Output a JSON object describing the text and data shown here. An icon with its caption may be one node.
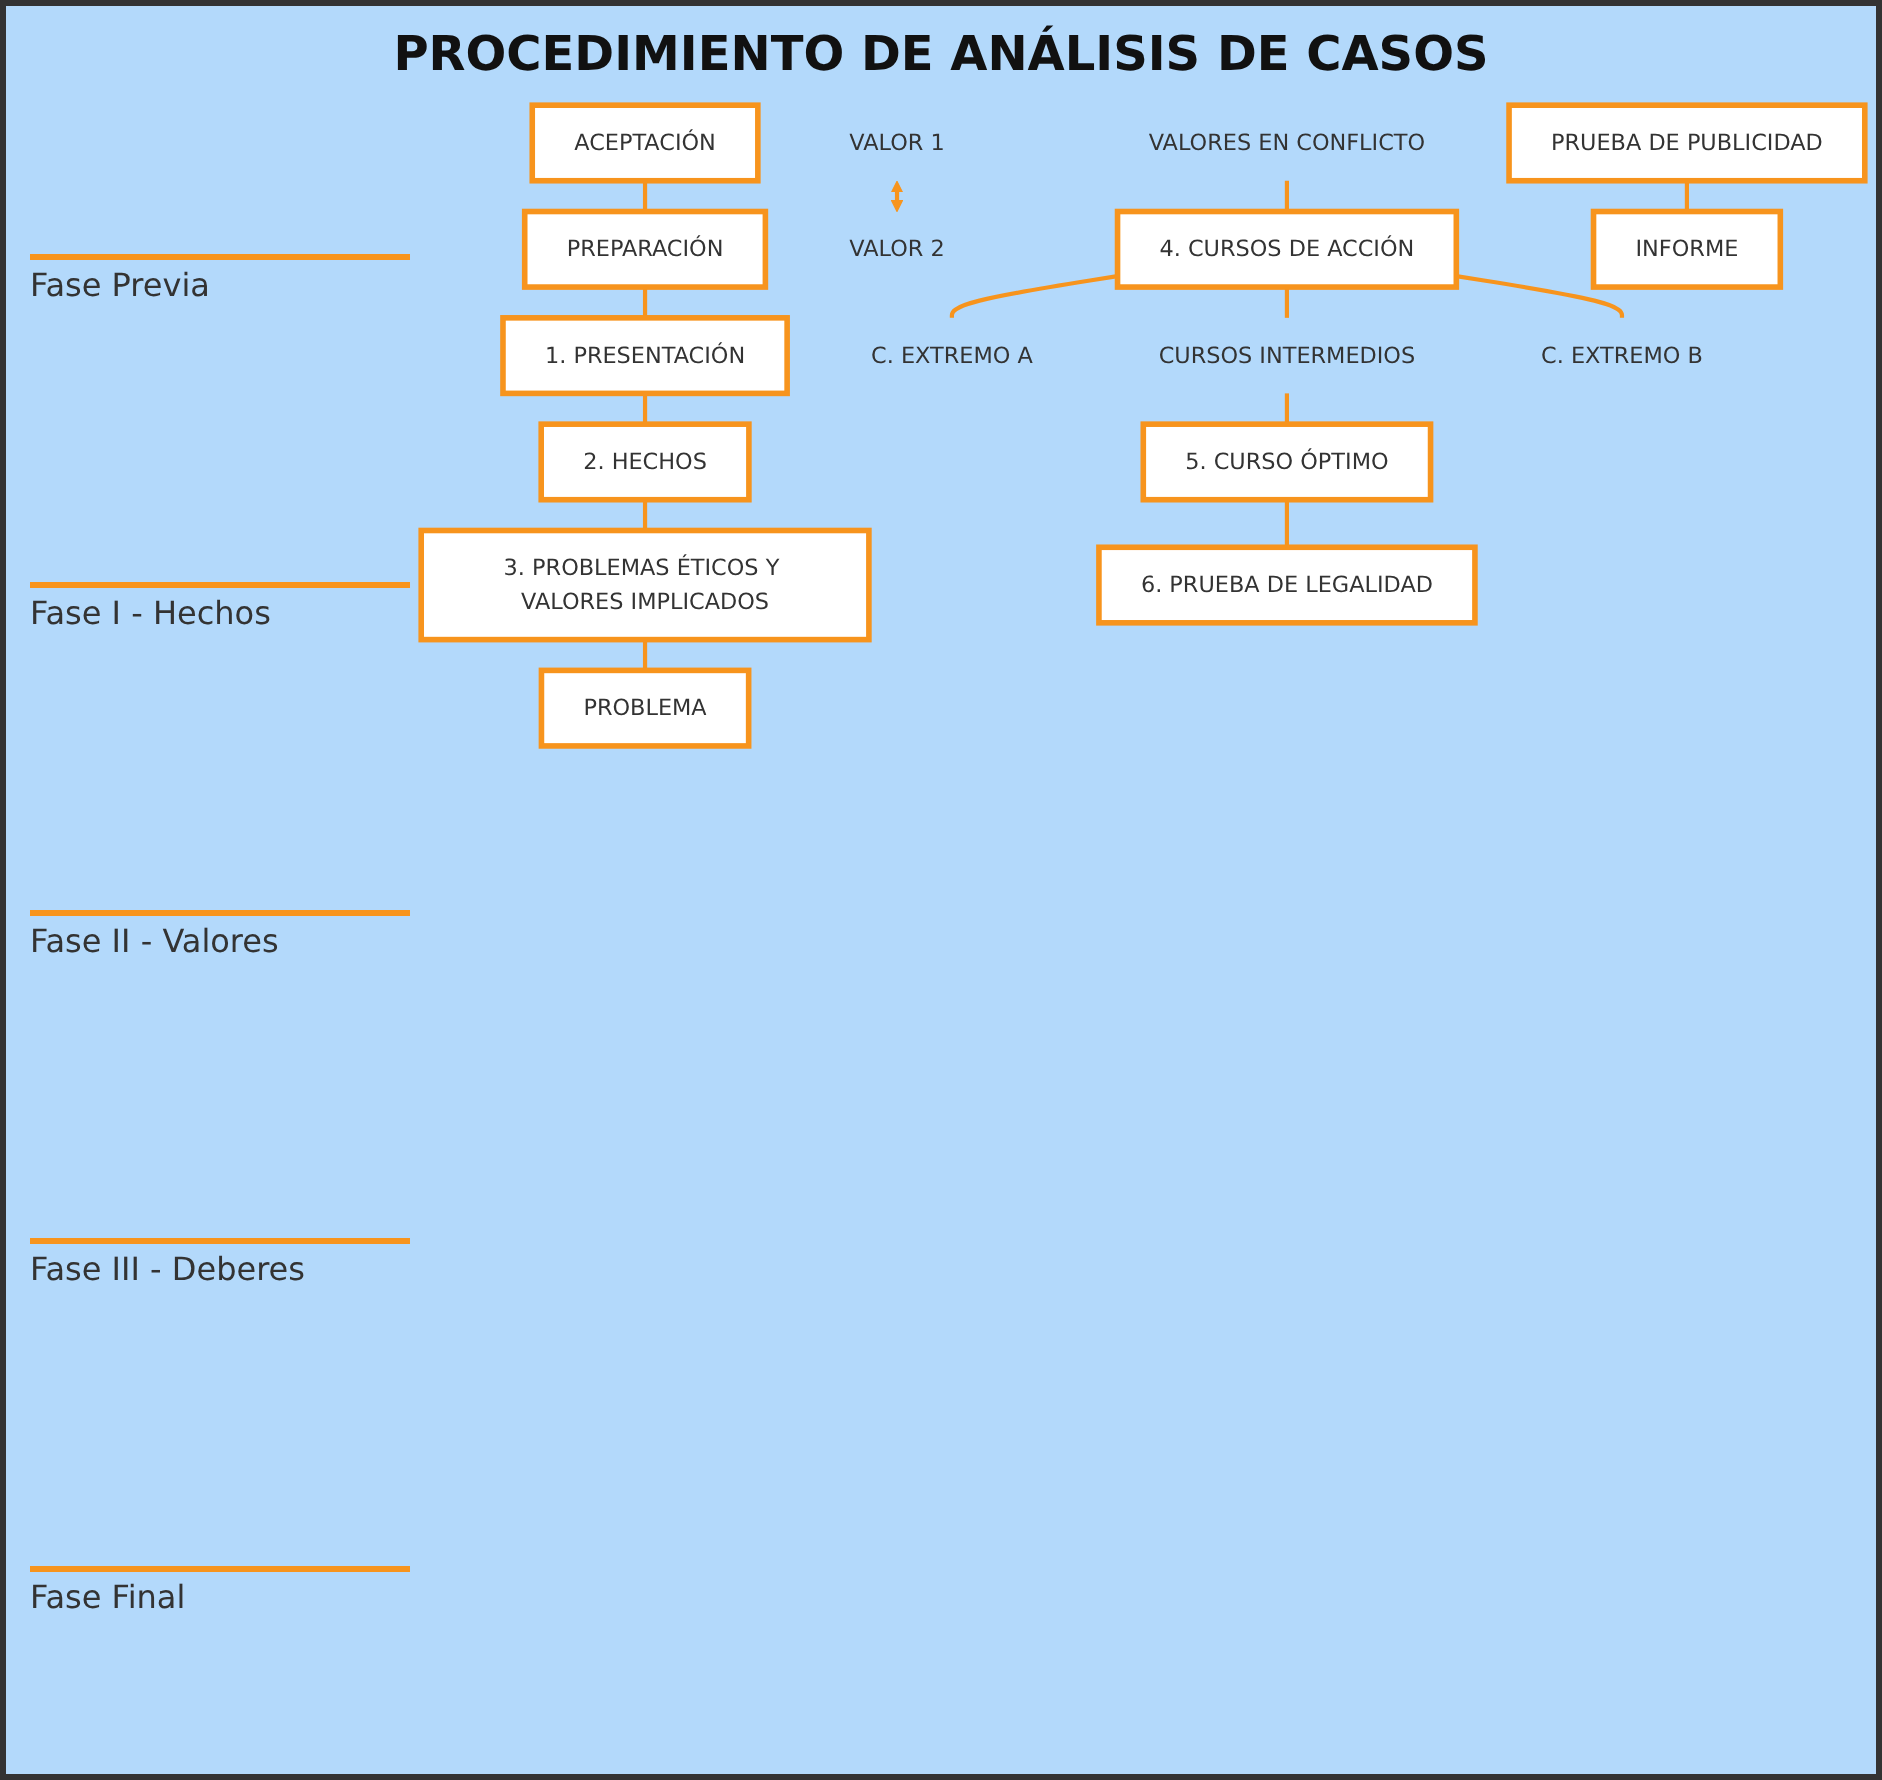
{
  "diagram": {
    "title": "PROCEDIMIENTO DE ANÁLISIS DE CASOS",
    "nodes": [
      {
        "text": [
          "ACEPTACIÓN"
        ]
      },
      {
        "text": [
          "PREPARACIÓN"
        ]
      },
      {
        "text": [
          "1. PRESENTACIÓN"
        ]
      },
      {
        "text": [
          "2. HECHOS"
        ]
      },
      {
        "text": [
          "3. PROBLEMAS ÉTICOS Y VALORES IMPLICADOS"
        ]
      },
      {
        "text": [
          "PROBLEMA"
        ]
      },
      {
        "text": [
          "VALORES EN CONFLICTO"
        ]
      },
      {
        "text": [
          "VALOR 1"
        ]
      },
      {
        "text": [
          "VALOR 2"
        ]
      },
      {
        "text": [
          "4. CURSOS DE ACCIÓN"
        ]
      },
      {
        "text": [
          "C. EXTREMO A"
        ]
      },
      {
        "text": [
          "CURSOS INTERMEDIOS"
        ]
      },
      {
        "text": [
          "C. EXTREMO B"
        ]
      },
      {
        "text": [
          "5. CURSO ÓPTIMO"
        ]
      },
      {
        "text": [
          "6. PRUEBA DE LEGALIDAD"
        ]
      },
      {
        "text": [
          "PRUEBA DE PUBLICIDAD"
        ]
      },
      {
        "text": [
          "INFORME"
        ]
      }
    ],
    "edges": [
      {
        "from": 0,
        "to": 1,
        "arrow": "none"
      },
      {
        "from": 1,
        "to": 2,
        "arrow": "none"
      },
      {
        "from": 2,
        "to": 3,
        "arrow": "none"
      },
      {
        "from": 3,
        "to": 4,
        "arrow": "none"
      },
      {
        "from": 4,
        "to": 5,
        "arrow": "none"
      },
      {
        "from": 7,
        "to": 8,
        "arrow": "both"
      },
      {
        "from": 6,
        "to": 9,
        "arrow": "none"
      },
      {
        "from": 9,
        "to": 10,
        "arrow": "none"
      },
      {
        "from": 9,
        "to": 11,
        "arrow": "none"
      },
      {
        "from": 9,
        "to": 12,
        "arrow": "none"
      },
      {
        "from": 11,
        "to": 13,
        "arrow": "none"
      },
      {
        "from": 13,
        "to": 14,
        "arrow": "none"
      },
      {
        "from": 15,
        "to": 16,
        "arrow": "none"
      }
    ],
    "labels": [
      "Fase Previa",
      "Fase I - Hechos",
      "Fase II - Valores",
      "Fase III - Deberes",
      "Fase Final"
    ]
  }
}
